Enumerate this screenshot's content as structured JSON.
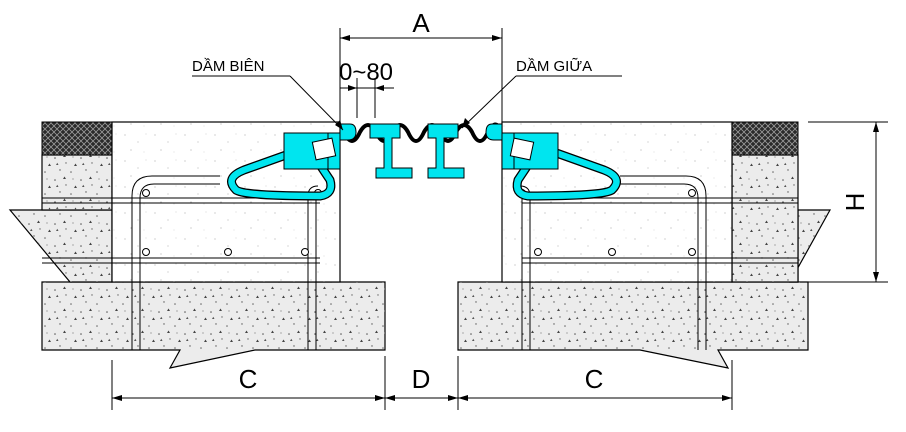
{
  "labels": {
    "edge_beam": "DẦM BIÊN",
    "middle_beam": "DẦM GIỮA",
    "gap_range": "0~80",
    "dim_a": "A",
    "dim_c_left": "C",
    "dim_d": "D",
    "dim_c_right": "C",
    "dim_h": "H"
  },
  "colors": {
    "steel": "#00e5ef",
    "concrete": "#ececec",
    "slab": "#ffffff",
    "crosshatch": "#111111",
    "line": "#000000"
  }
}
